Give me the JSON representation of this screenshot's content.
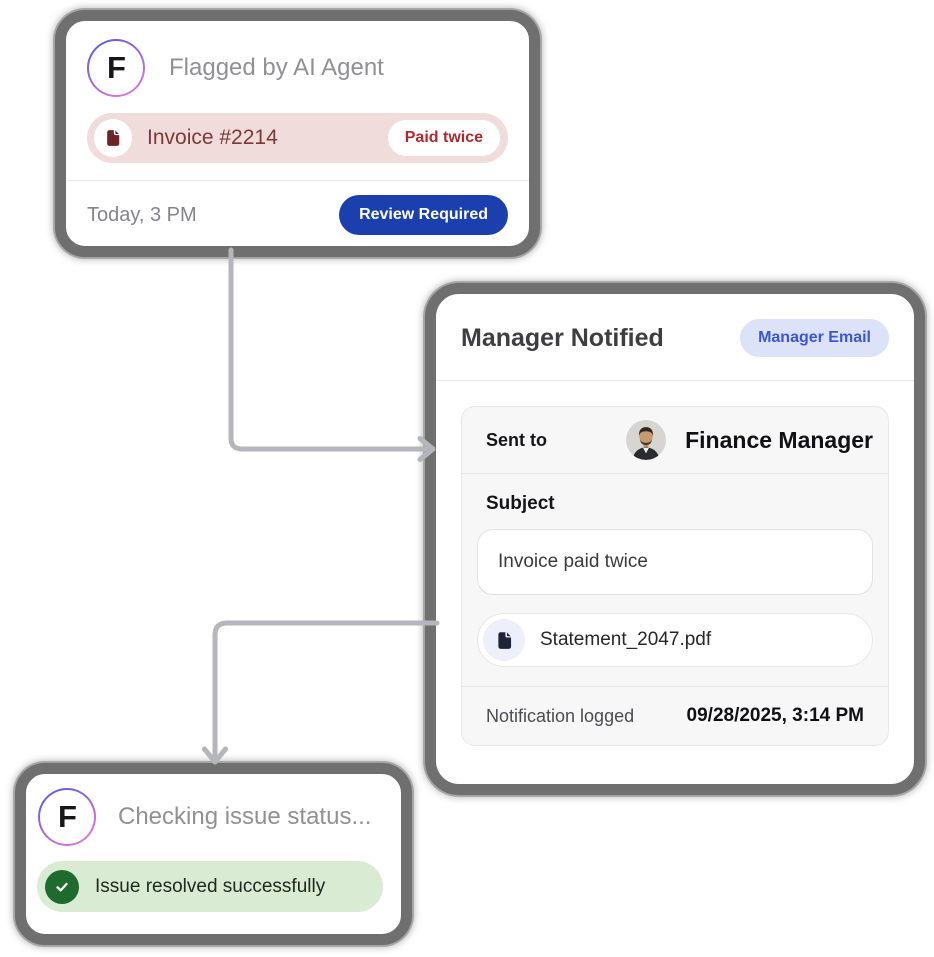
{
  "cards": {
    "flagged": {
      "title": "Flagged by AI Agent",
      "logo_letter": "F",
      "invoice_label": "Invoice #2214",
      "invoice_badge": "Paid twice",
      "timestamp": "Today, 3 PM",
      "action_label": "Review Required"
    },
    "manager": {
      "title": "Manager Notified",
      "badge": "Manager Email",
      "sent_to_label": "Sent to",
      "recipient": "Finance Manager",
      "subject_label": "Subject",
      "subject_value": "Invoice paid twice",
      "attachment_name": "Statement_2047.pdf",
      "log_label": "Notification logged",
      "log_timestamp": "09/28/2025, 3:14 PM"
    },
    "status": {
      "title": "Checking issue status...",
      "logo_letter": "F",
      "result": "Issue resolved successfully"
    }
  },
  "icons": {
    "flagged_logo": "f-logo-icon",
    "invoice_file": "file-icon",
    "attachment_file": "file-icon",
    "success_check": "check-icon",
    "recipient_avatar": "avatar",
    "connector_arrows": "arrow-connector"
  },
  "colors": {
    "card_border": "#6f6f6f",
    "title_gray": "#909095",
    "alert_bg": "#f0dcda",
    "alert_text": "#7a3a3a",
    "alert_badge_text": "#ae2a2e",
    "action_blue": "#1c3fae",
    "chip_bg": "#dce3f8",
    "chip_text": "#3a56d4",
    "panel_bg": "#f7f7f8",
    "success_bg": "#d9ebd3",
    "success_icon": "#1f6b2d",
    "connector": "#b5b5bc"
  }
}
